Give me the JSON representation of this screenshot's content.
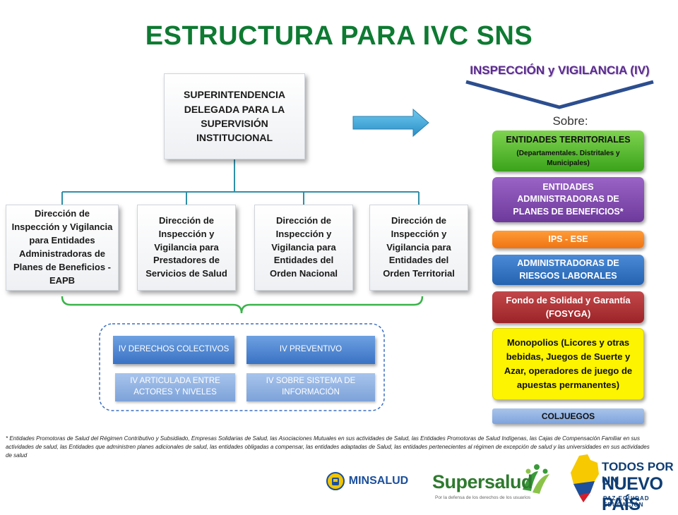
{
  "title": "ESTRUCTURA PARA IVC  SNS",
  "iv_heading": "INSPECCIÓN y VIGILANCIA (IV)",
  "sobre_label": "Sobre:",
  "superintendencia": "SUPERINTENDENCIA DELEGADA PARA LA SUPERVISIÓN INSTITUCIONAL",
  "directions": [
    "Dirección de Inspección y Vigilancia para Entidades Administradoras de Planes de Beneficios - EAPB",
    "Dirección de Inspección y Vigilancia para Prestadores de Servicios de Salud",
    "Dirección de Inspección y Vigilancia para Entidades del Orden Nacional",
    "Dirección de Inspección y Vigilancia para Entidades del Orden Territorial"
  ],
  "iv_types": {
    "derechos_colectivos": "IV DERECHOS COLECTIVOS",
    "preventivo": "IV PREVENTIVO",
    "articulada": "IV ARTICULADA ENTRE ACTORES Y NIVELES",
    "sistema_informacion": "IV SOBRE SISTEMA DE INFORMACIÓN"
  },
  "entities": {
    "territoriales": "ENTIDADES TERRITORIALES",
    "territoriales_sub": "(Departamentales. Distritales y Municipales)",
    "administradoras_planes": "ENTIDADES ADMINISTRADORAS DE PLANES DE BENEFICIOS*",
    "ips_ese": "IPS - ESE",
    "riesgos_laborales": "ADMINISTRADORAS DE RIESGOS LABORALES",
    "fosyga": "Fondo de Solidad y Garantía (FOSYGA)",
    "monopolios": "Monopolios (Licores y otras bebidas, Juegos de Suerte y Azar, operadores de juego de apuestas permanentes)",
    "coljuegos": "COLJUEGOS"
  },
  "footnote": "* Entidades Promotoras de Salud del Régimen Contributivo y Subsidiado, Empresas Solidarias de Salud, las Asociaciones Mutuales en sus actividades de Salud, las Entidades Promotoras de Salud Indígenas, las Cajas de Compensación Familiar en sus actividades de salud, las Entidades que administren planes adicionales de salud, las entidades obligadas a compensar, las entidades adaptadas de Salud, las entidades pertenecientes al régimen de excepción de salud y las universidades en sus actividades de salud",
  "logos": {
    "minsalud": "MINSALUD",
    "supersalud": "Supersalud",
    "supersalud_tagline": "Por la defensa de los derechos de los usuarios",
    "gov_line1": "TODOS POR UN",
    "gov_line2": "NUEVO PAÍS",
    "gov_line3": "PAZ  EQUIDAD  EDUCACIÓN"
  },
  "colors": {
    "title": "#0e7a32",
    "iv_heading": "#5b2c8c",
    "connector": "#2f8fa8",
    "chevron": "#2c4e8f"
  }
}
